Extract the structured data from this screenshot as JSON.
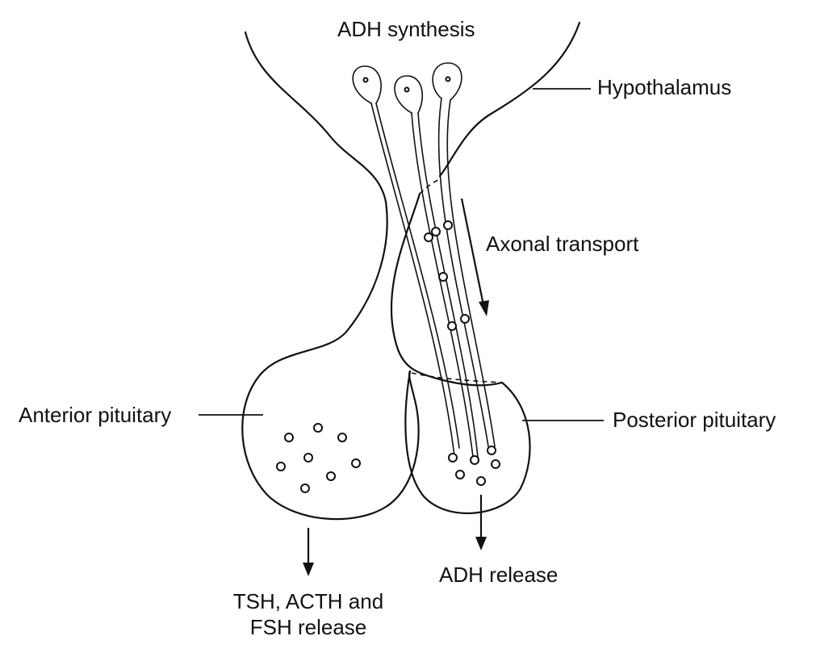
{
  "labels": {
    "adh_synthesis": "ADH synthesis",
    "hypothalamus": "Hypothalamus",
    "axonal_transport": "Axonal transport",
    "anterior_pituitary": "Anterior pituitary",
    "posterior_pituitary": "Posterior pituitary",
    "adh_release": "ADH release",
    "tropic_release_line1": "TSH, ACTH and",
    "tropic_release_line2": "FSH release"
  },
  "colors": {
    "stroke": "#111111",
    "background": "#ffffff"
  }
}
